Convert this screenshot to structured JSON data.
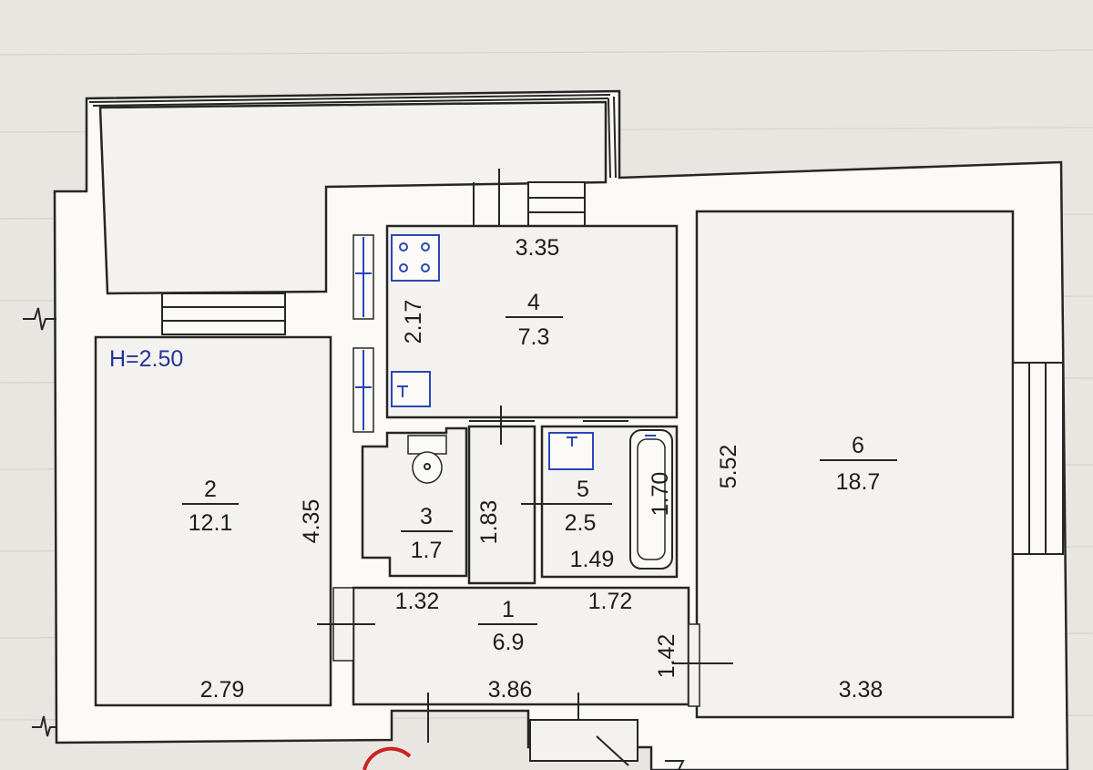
{
  "plan": {
    "ceiling_height_label": "H=2.50",
    "rooms": [
      {
        "number": "1",
        "area": "6.9"
      },
      {
        "number": "2",
        "area": "12.1"
      },
      {
        "number": "3",
        "area": "1.7"
      },
      {
        "number": "4",
        "area": "7.3"
      },
      {
        "number": "5",
        "area": "2.5"
      },
      {
        "number": "6",
        "area": "18.7"
      }
    ],
    "dimensions": {
      "kitchen_width": "3.35",
      "kitchen_depth": "2.17",
      "room2_height": "4.35",
      "room2_width": "2.79",
      "wc_depth": "1.83",
      "hall_left_width": "1.32",
      "hall_right_width": "1.72",
      "hall_width": "3.86",
      "hall_depth": "1.42",
      "bath_width": "1.49",
      "tub_length": "1.70",
      "room6_height": "5.52",
      "room6_width": "3.38"
    }
  }
}
